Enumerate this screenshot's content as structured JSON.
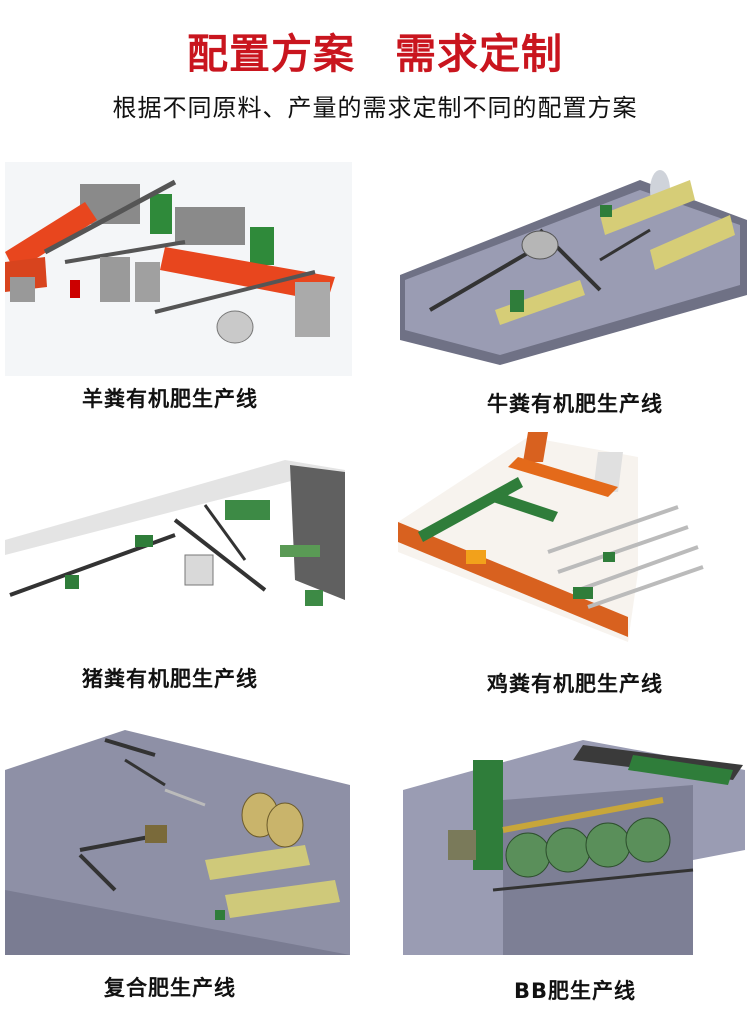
{
  "header": {
    "title_left": "配置方案",
    "title_right": "需求定制",
    "subtitle": "根据不同原料、产量的需求定制不同的配置方案"
  },
  "colors": {
    "title_red": "#c9151e",
    "floor_gray": "#8e90a6",
    "machine_green": "#2f7d3a",
    "dryer_orange": "#e8461e",
    "drum_khaki": "#cfc97a"
  },
  "panels": [
    {
      "caption": "羊粪有机肥生产线",
      "icon": "sheep-manure-line-illustration"
    },
    {
      "caption": "牛粪有机肥生产线",
      "icon": "cow-manure-line-illustration"
    },
    {
      "caption": "猪粪有机肥生产线",
      "icon": "pig-manure-line-illustration"
    },
    {
      "caption": "鸡粪有机肥生产线",
      "icon": "chicken-manure-line-illustration"
    },
    {
      "caption": "复合肥生产线",
      "icon": "compound-fertilizer-line-illustration"
    },
    {
      "caption": "BB肥生产线",
      "icon": "bb-fertilizer-line-illustration"
    }
  ]
}
